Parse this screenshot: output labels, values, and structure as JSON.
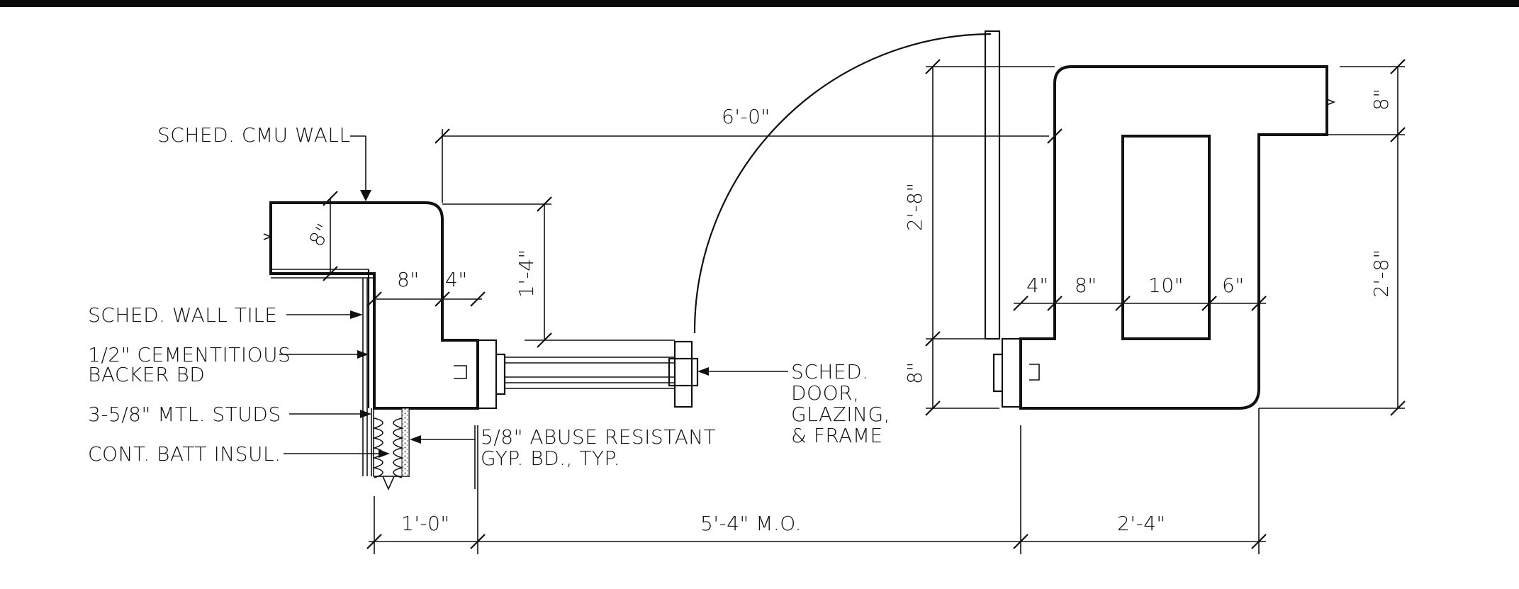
{
  "notes": {
    "cmu_wall": "SCHED. CMU WALL",
    "wall_tile": "SCHED. WALL TILE",
    "backer_line1": "1/2\" CEMENTITIOUS",
    "backer_line2": "BACKER BD",
    "studs": "3-5/8\" MTL. STUDS",
    "batt": "CONT. BATT INSUL.",
    "gyp_line1": "5/8\" ABUSE RESISTANT",
    "gyp_line2": "GYP. BD., TYP.",
    "door_line1": "SCHED.",
    "door_line2": "DOOR,",
    "door_line3": "GLAZING,",
    "door_line4": "& FRAME"
  },
  "dimensions": {
    "overall_width": "6'-0\"",
    "left_wall_thick": "8\"",
    "left_return": "8\"",
    "left_offset": "4\"",
    "left_depth": "1'-4\"",
    "right_total": "2'-8\"",
    "right_lower": "8\"",
    "right_top": "8\"",
    "right_side": "2'-8\"",
    "r_4": "4\"",
    "r_8": "8\"",
    "r_10": "10\"",
    "r_6": "6\"",
    "bottom_left": "1'-0\"",
    "bottom_opening": "5'-4\" M.O.",
    "bottom_right": "2'-4\""
  }
}
